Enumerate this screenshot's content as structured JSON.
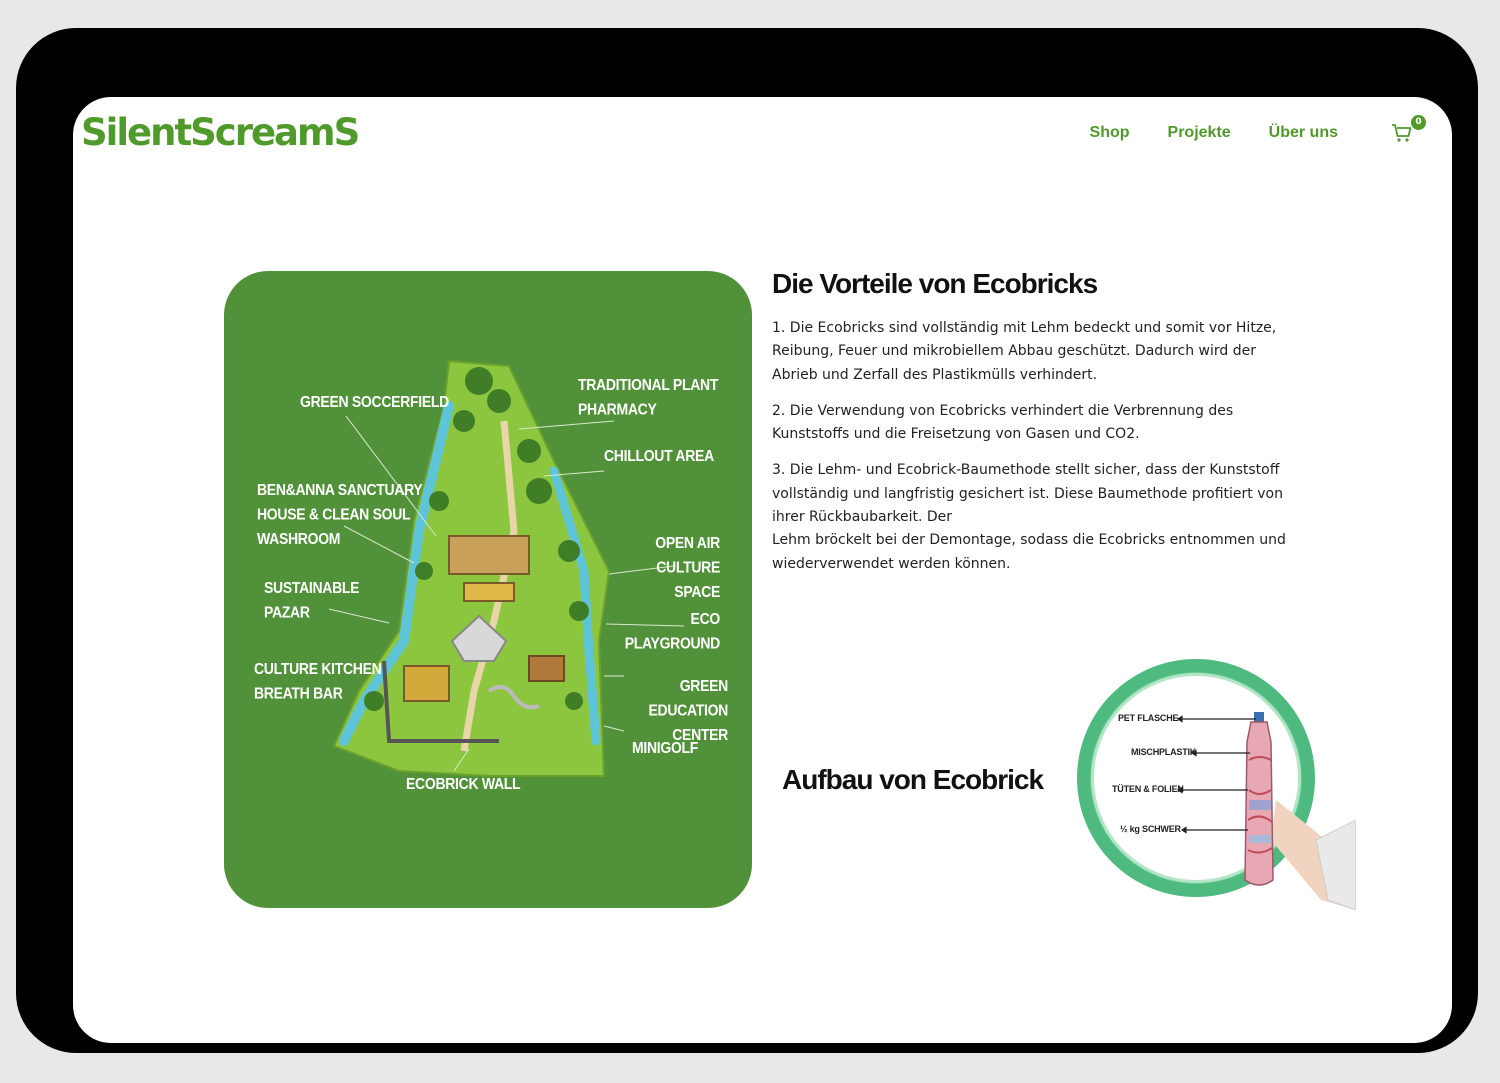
{
  "header": {
    "logo": "SilentScreamS",
    "nav": [
      "Shop",
      "Projekte",
      "Über uns"
    ],
    "cart_count": "0"
  },
  "map": {
    "labels": [
      "GREEN SOCCERFIELD",
      "TRADITIONAL PLANT\nPHARMACY",
      "CHILLOUT AREA",
      "BEN&ANNA SANCTUARY\nHOUSE & CLEAN SOUL\nWASHROOM",
      "OPEN AIR CULTURE\nSPACE",
      "SUSTAINABLE\nPAZAR",
      "ECO\nPLAYGROUND",
      "CULTURE KITCHEN\nBREATH BAR",
      "GREEN EDUCATION\nCENTER",
      "MINIGOLF",
      "ECOBRICK WALL"
    ]
  },
  "section1": {
    "title": "Die Vorteile von Ecobricks",
    "paragraphs": [
      "1. Die Ecobricks sind vollständig mit Lehm bedeckt und somit vor Hitze, Reibung, Feuer und mikrobiellem Abbau geschützt. Dadurch wird der Abrieb und Zerfall des Plastikmülls verhindert.",
      "2. Die Verwendung von Ecobricks verhindert die Verbrennung des Kunststoffs und die Freisetzung von Gasen und CO2.",
      "3. Die Lehm- und Ecobrick-Baumethode stellt sicher, dass der Kunststoff vollständig und langfristig gesichert ist. Diese Baumethode profitiert von ihrer Rückbaubarkeit. Der",
      "Lehm bröckelt bei der Demontage, sodass die Ecobricks entnommen und wiederverwendet werden können."
    ]
  },
  "section2": {
    "title": "Aufbau von Ecobrick",
    "labels": [
      "PET FLASCHE",
      "MISCHPLASTIK",
      "TÜTEN & FOLIEN",
      "½ kg SCHWER"
    ]
  },
  "colors": {
    "brand_green": "#4f9a2b",
    "card_green": "#51913a"
  }
}
